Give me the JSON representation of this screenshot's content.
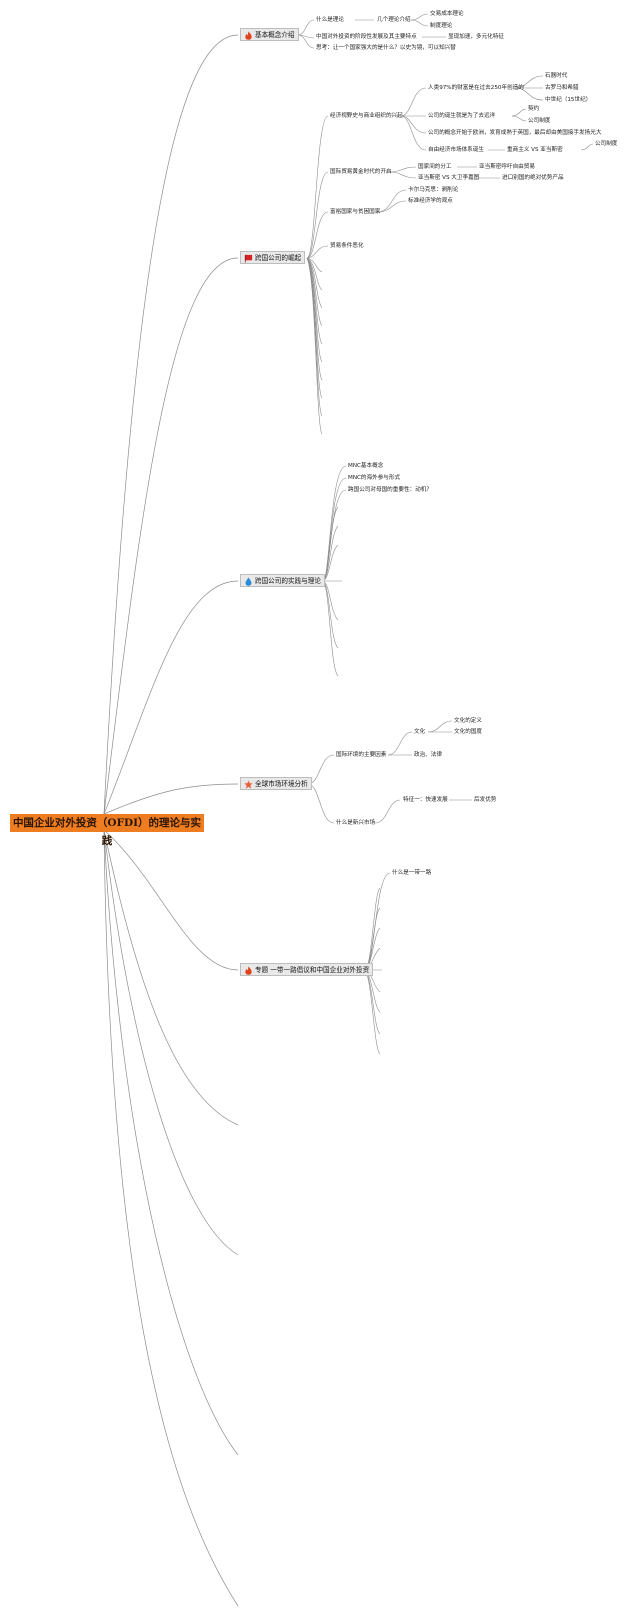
{
  "root": {
    "title": "中国企业对外投资（OFDI）的理论与实践"
  },
  "colors": {
    "root_fill": "#ee7d22",
    "topic_fill": "#e9e9e9",
    "line": "#8c8c8c",
    "fire": "#e0421a",
    "flag": "#d42323",
    "water": "#2a8bd6",
    "star": "#e8603a"
  },
  "topics": [
    {
      "label": "基本概念介绍",
      "icon": "fire-icon"
    },
    {
      "label": "跨国公司的崛起",
      "icon": "flag-icon"
    },
    {
      "label": "跨国公司的实践与理论",
      "icon": "water-drop-icon"
    },
    {
      "label": "全球市场环境分析",
      "icon": "star-icon"
    },
    {
      "label": "专题 一带一路倡议和中国企业对外投资",
      "icon": "fire-icon"
    }
  ],
  "labels": {
    "t1_what": "什么是理论",
    "t1_several": "几个理论介绍",
    "t1_cost": "交易成本理论",
    "t1_inst": "制度理论",
    "t1_china": "中国对外投资的阶段性发展及其主要特点",
    "t1_china_feat": "显现加速，多元化特征",
    "t1_think": "思考：让一个国家强大的是什么？以史为镜，可以知兴替",
    "t2_eco": "经济视野史与商业组织的兴起",
    "t2_97": "人类97%的财富是在过去250年创造的",
    "t2_stone": "石器时代",
    "t2_rome": "古罗马和希腊",
    "t2_mid": "中世纪（15世纪）",
    "t2_company": "公司的诞生就是为了去远洋",
    "t2_contract": "契约",
    "t2_system": "公司制度",
    "t2_concept": "公司的概念开始于欧洲，发育成熟于英国，最后却由美国接手发扬光大",
    "t2_free": "自由经济市场体系诞生",
    "t2_merc": "重商主义 VS 亚当斯密",
    "t2_corp": "公司制度",
    "t2_trade": "国际贸易黄金时代的开启",
    "t2_div": "国家间的分工",
    "t2_smith": "亚当斯密呼吁自由贸易",
    "t2_ricardo": "亚当斯密 VS 大卫李嘉图",
    "t2_export": "进口别国的绝对优势产品",
    "t2_rich": "富裕国家与贫困国家",
    "t2_marx": "卡尔马克思：剥削论",
    "t2_std": "标准经济学的观点",
    "t2_cond": "贸易条件恶化",
    "t3_mnc": "MNC基本概念",
    "t3_form": "MNC的海外参与形式",
    "t3_motive": "跨国公司对母国的重要性：动机？",
    "t4_factors": "国际环境的主要因素",
    "t4_culture": "文化",
    "t4_cdef": "文化的定义",
    "t4_cdist": "文化的国度",
    "t4_politics": "政治、法律",
    "t4_emerging": "什么是新兴市场",
    "t4_feat1": "特征一：快速发展",
    "t4_advantage": "后发优势",
    "t5_what": "什么是一带一路"
  }
}
